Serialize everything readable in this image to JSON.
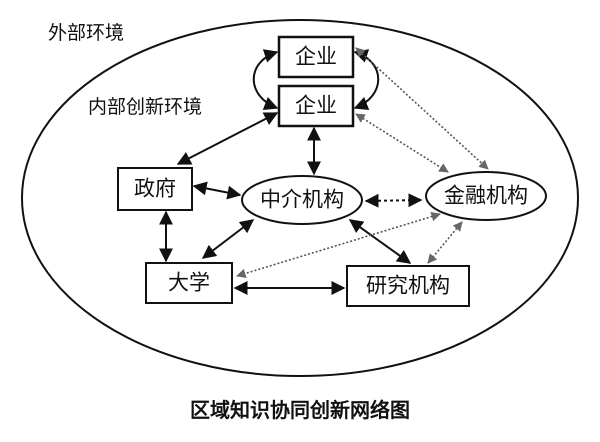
{
  "labels": {
    "outer_environment": "外部环境",
    "inner_environment": "内部创新环境"
  },
  "nodes": {
    "enterprise_top": "企业",
    "enterprise_bottom": "企业",
    "government": "政府",
    "intermediary": "中介机构",
    "financial": "金融机构",
    "university": "大学",
    "research": "研究机构"
  },
  "caption": "区域知识协同创新网络图"
}
